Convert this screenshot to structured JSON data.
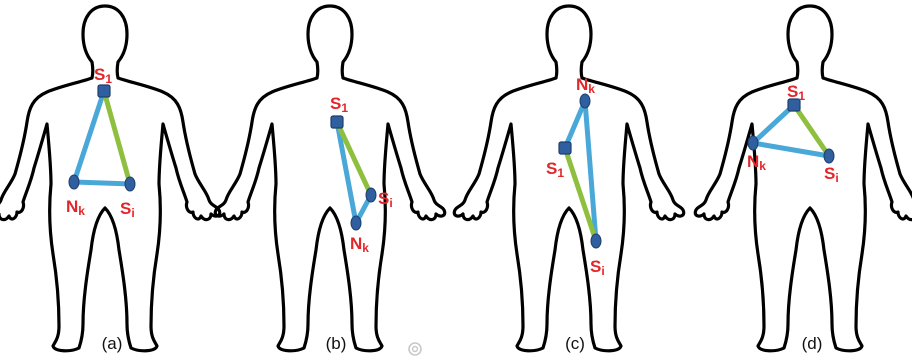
{
  "colors": {
    "outline": "#000000",
    "edge_blue": "#4aa8d8",
    "edge_green": "#8fbf3f",
    "sensor_fill": "#2f5f9e",
    "node_fill": "#2f5f9e",
    "label_red": "#e3262a"
  },
  "panels": [
    {
      "label": "(a)",
      "s1": {
        "main": "S",
        "sub": "1"
      },
      "si": {
        "main": "S",
        "sub": "i"
      },
      "nk": {
        "main": "N",
        "sub": "k"
      }
    },
    {
      "label": "(b)",
      "s1": {
        "main": "S",
        "sub": "1"
      },
      "si": {
        "main": "S",
        "sub": "i"
      },
      "nk": {
        "main": "N",
        "sub": "k"
      }
    },
    {
      "label": "(c)",
      "s1": {
        "main": "S",
        "sub": "1"
      },
      "si": {
        "main": "S",
        "sub": "i"
      },
      "nk": {
        "main": "N",
        "sub": "k"
      }
    },
    {
      "label": "(d)",
      "s1": {
        "main": "S",
        "sub": "1"
      },
      "si": {
        "main": "S",
        "sub": "i"
      },
      "nk": {
        "main": "N",
        "sub": "k"
      }
    }
  ]
}
